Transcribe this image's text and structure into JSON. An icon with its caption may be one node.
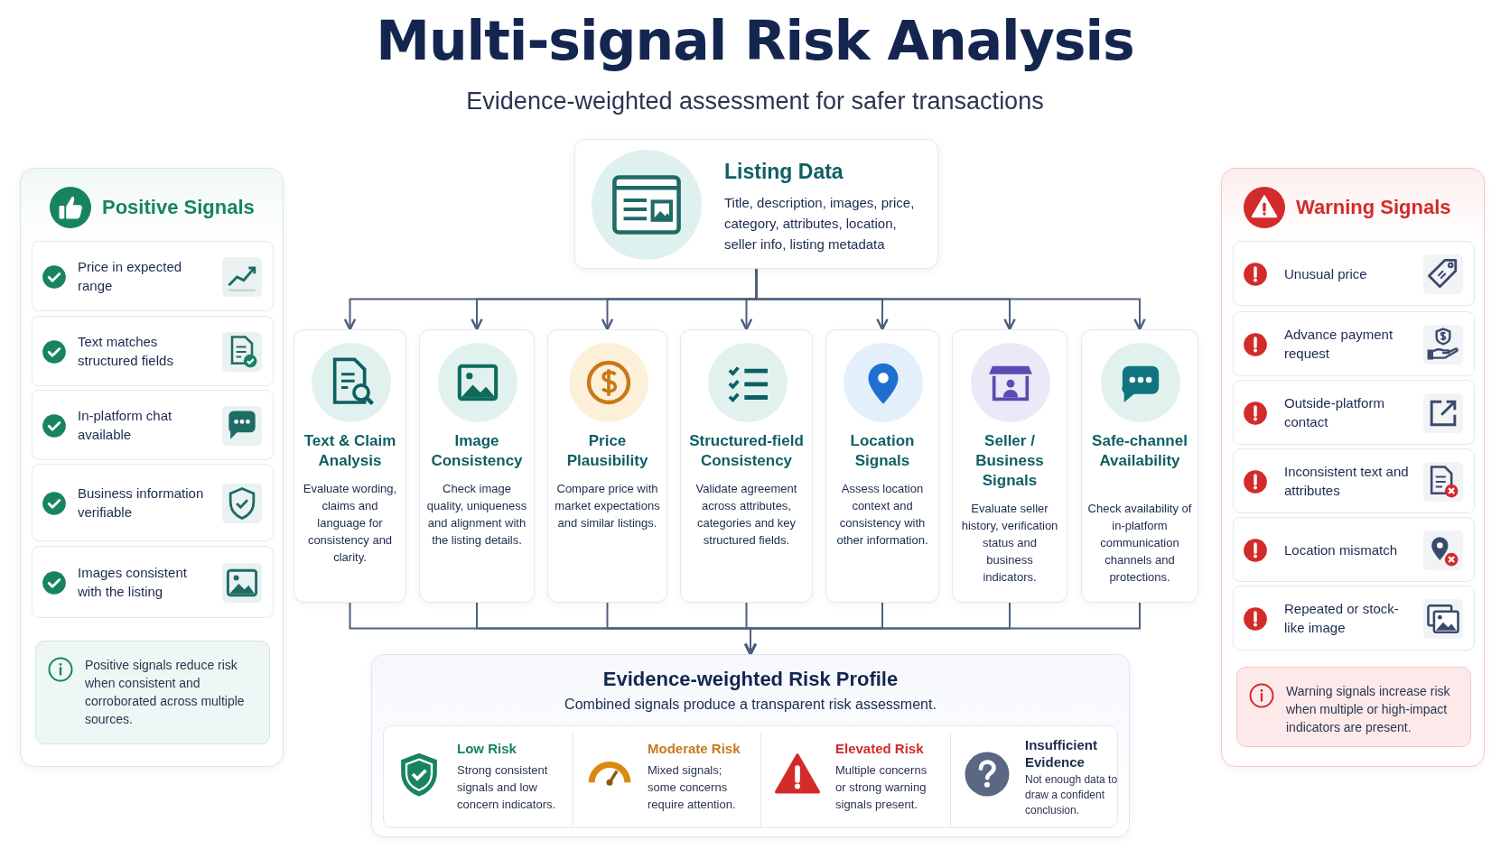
{
  "diagram": {
    "title": "Multi-signal Risk Analysis",
    "nodes": [
      {
        "text": [
          "Positive Signals"
        ]
      },
      {
        "text": [
          "Price in expected range"
        ],
        "in": 0
      },
      {
        "text": [
          "Text matches structured fields"
        ],
        "in": 0
      },
      {
        "text": [
          "In-platform chat available"
        ],
        "in": 0
      },
      {
        "text": [
          "Business information verifiable"
        ],
        "in": 0
      },
      {
        "text": [
          "Images consistent with the listing"
        ],
        "in": 0
      },
      {
        "text": [
          "Positive signals reduce risk when consistent and corroborated across multiple sources."
        ],
        "in": 0
      },
      {
        "text": [
          "Listing Data",
          "Title, description, images, price, category, attributes, location, seller info, listing metadata"
        ]
      },
      {
        "text": [
          "Text & Claim Analysis",
          "Evaluate wording, claims and language for consistency and clarity."
        ]
      },
      {
        "text": [
          "Image Consistency",
          "Check image quality, uniqueness and alignment with the listing details."
        ]
      },
      {
        "text": [
          "Price Plausibility",
          "Compare price with market expectations and similar listings."
        ]
      },
      {
        "text": [
          "Structured-field Consistency",
          "Validate agreement across attributes, categories and key structured fields."
        ]
      },
      {
        "text": [
          "Location Signals",
          "Assess location context and consistency with other information."
        ]
      },
      {
        "text": [
          "Seller / Business Signals",
          "Evaluate seller history, verification status and business indicators."
        ]
      },
      {
        "text": [
          "Safe-channel Availability",
          "Check availability of in-platform communication channels and protections."
        ]
      },
      {
        "text": [
          "Warning Signals"
        ]
      },
      {
        "text": [
          "Unusual price"
        ],
        "in": 15
      },
      {
        "text": [
          "Advance payment request"
        ],
        "in": 15
      },
      {
        "text": [
          "Outside-platform contact"
        ],
        "in": 15
      },
      {
        "text": [
          "Inconsistent text and attributes"
        ],
        "in": 15
      },
      {
        "text": [
          "Location mismatch"
        ],
        "in": 15
      },
      {
        "text": [
          "Repeated or stock-like image"
        ],
        "in": 15
      },
      {
        "text": [
          "Warning signals increase risk when multiple or high-impact indicators are present."
        ],
        "in": 15
      },
      {
        "text": [
          "Evidence-weighted Risk Profile",
          "Combined signals produce a transparent risk assessment."
        ]
      },
      {
        "text": [
          "Low Risk",
          "Strong consistent signals and low concern indicators."
        ],
        "in": 23
      },
      {
        "text": [
          "Moderate Risk",
          "Mixed signals; some concerns require attention."
        ],
        "in": 23
      },
      {
        "text": [
          "Elevated Risk",
          "Multiple concerns or strong warning signals present."
        ],
        "in": 23
      },
      {
        "text": [
          "Insufficient Evidence",
          "Not enough data to draw a confident conclusion."
        ],
        "in": 23
      }
    ],
    "edges": [
      {
        "from": 7,
        "to": 8,
        "arrow": "to"
      },
      {
        "from": 7,
        "to": 9,
        "arrow": "to"
      },
      {
        "from": 7,
        "to": 10,
        "arrow": "to"
      },
      {
        "from": 7,
        "to": 11,
        "arrow": "to"
      },
      {
        "from": 7,
        "to": 12,
        "arrow": "to"
      },
      {
        "from": 7,
        "to": 13,
        "arrow": "to"
      },
      {
        "from": 7,
        "to": 14,
        "arrow": "to"
      },
      {
        "from": 8,
        "to": 23,
        "arrow": "to"
      },
      {
        "from": 9,
        "to": 23,
        "arrow": "to"
      },
      {
        "from": 10,
        "to": 23,
        "arrow": "to"
      },
      {
        "from": 11,
        "to": 23,
        "arrow": "to"
      },
      {
        "from": 12,
        "to": 23,
        "arrow": "to"
      },
      {
        "from": 13,
        "to": 23,
        "arrow": "to"
      },
      {
        "from": 14,
        "to": 23,
        "arrow": "to"
      }
    ],
    "labels": [
      "Evidence-weighted assessment for safer transactions"
    ]
  }
}
